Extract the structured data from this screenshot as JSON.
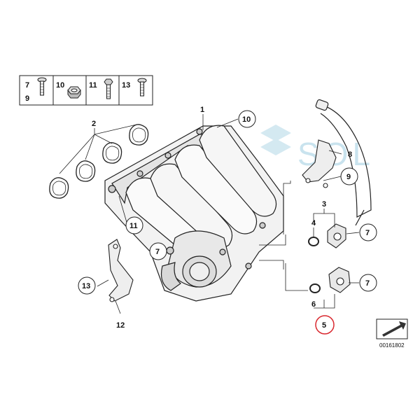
{
  "watermark": {
    "text": "SOL"
  },
  "legend_box": {
    "cells": [
      {
        "labels": [
          "7",
          "9"
        ],
        "part": "bolt"
      },
      {
        "labels": [
          "10"
        ],
        "part": "nut"
      },
      {
        "labels": [
          "11"
        ],
        "part": "bolt"
      },
      {
        "labels": [
          "13"
        ],
        "part": "bolt"
      }
    ]
  },
  "callouts": {
    "c1": "1",
    "c2": "2",
    "c3": "3",
    "c4": "4",
    "c5": "5",
    "c6": "6",
    "c7a": "7",
    "c7b": "7",
    "c7c": "7",
    "c8": "8",
    "c9": "9",
    "c10": "10",
    "c11": "11",
    "c12": "12",
    "c13": "13"
  },
  "highlight_callout": "5",
  "diagram_code": "00161802",
  "colors": {
    "line": "#222222",
    "highlight": "#d9272e",
    "watermark": "#c9e3ee"
  }
}
